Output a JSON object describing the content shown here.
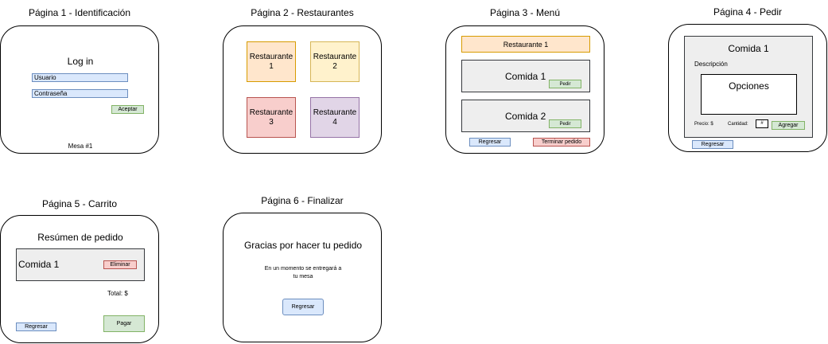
{
  "pages": {
    "p1": {
      "title": "Página 1 - Identificación",
      "heading": "Log in",
      "user_placeholder": "Usuario",
      "password_placeholder": "Contraseña",
      "accept": "Aceptar",
      "table": "Mesa #1"
    },
    "p2": {
      "title": "Página 2 - Restaurantes",
      "restaurants": [
        "Restaurante 1",
        "Restaurante 2",
        "Restaurante 3",
        "Restaurante 4"
      ]
    },
    "p3": {
      "title": "Página 3 - Menú",
      "restaurant": "Restaurante 1",
      "foods": [
        "Comida 1",
        "Comida 2"
      ],
      "order": "Pedir",
      "back": "Regresar",
      "finish": "Terminar pedido"
    },
    "p4": {
      "title": "Página 4 - Pedir",
      "food": "Comida 1",
      "description": "Descripción",
      "options": "Opciones",
      "price": "Precio: $",
      "quantity": "Cantidad:",
      "quantity_value": "#",
      "add": "Agregar",
      "back": "Regresar"
    },
    "p5": {
      "title": "Página 5 - Carrito",
      "heading": "Resúmen de pedido",
      "item": "Comida 1",
      "remove": "Eliminar",
      "total": "Total: $",
      "back": "Regresar",
      "pay": "Pagar"
    },
    "p6": {
      "title": "Página 6 - Finalizar",
      "heading": "Gracias por hacer tu pedido",
      "message_line1": "En un momento se entregará a",
      "message_line2": "tu mesa",
      "back": "Regresar"
    }
  },
  "colors": {
    "blue_fill": "#dae8fc",
    "green_fill": "#d5e8d4",
    "red_fill": "#f8cecc",
    "orange_fill": "#ffe6cc",
    "yellow_fill": "#fff2cc",
    "purple_fill": "#e1d5e7",
    "gray_fill": "#eeeeee"
  }
}
